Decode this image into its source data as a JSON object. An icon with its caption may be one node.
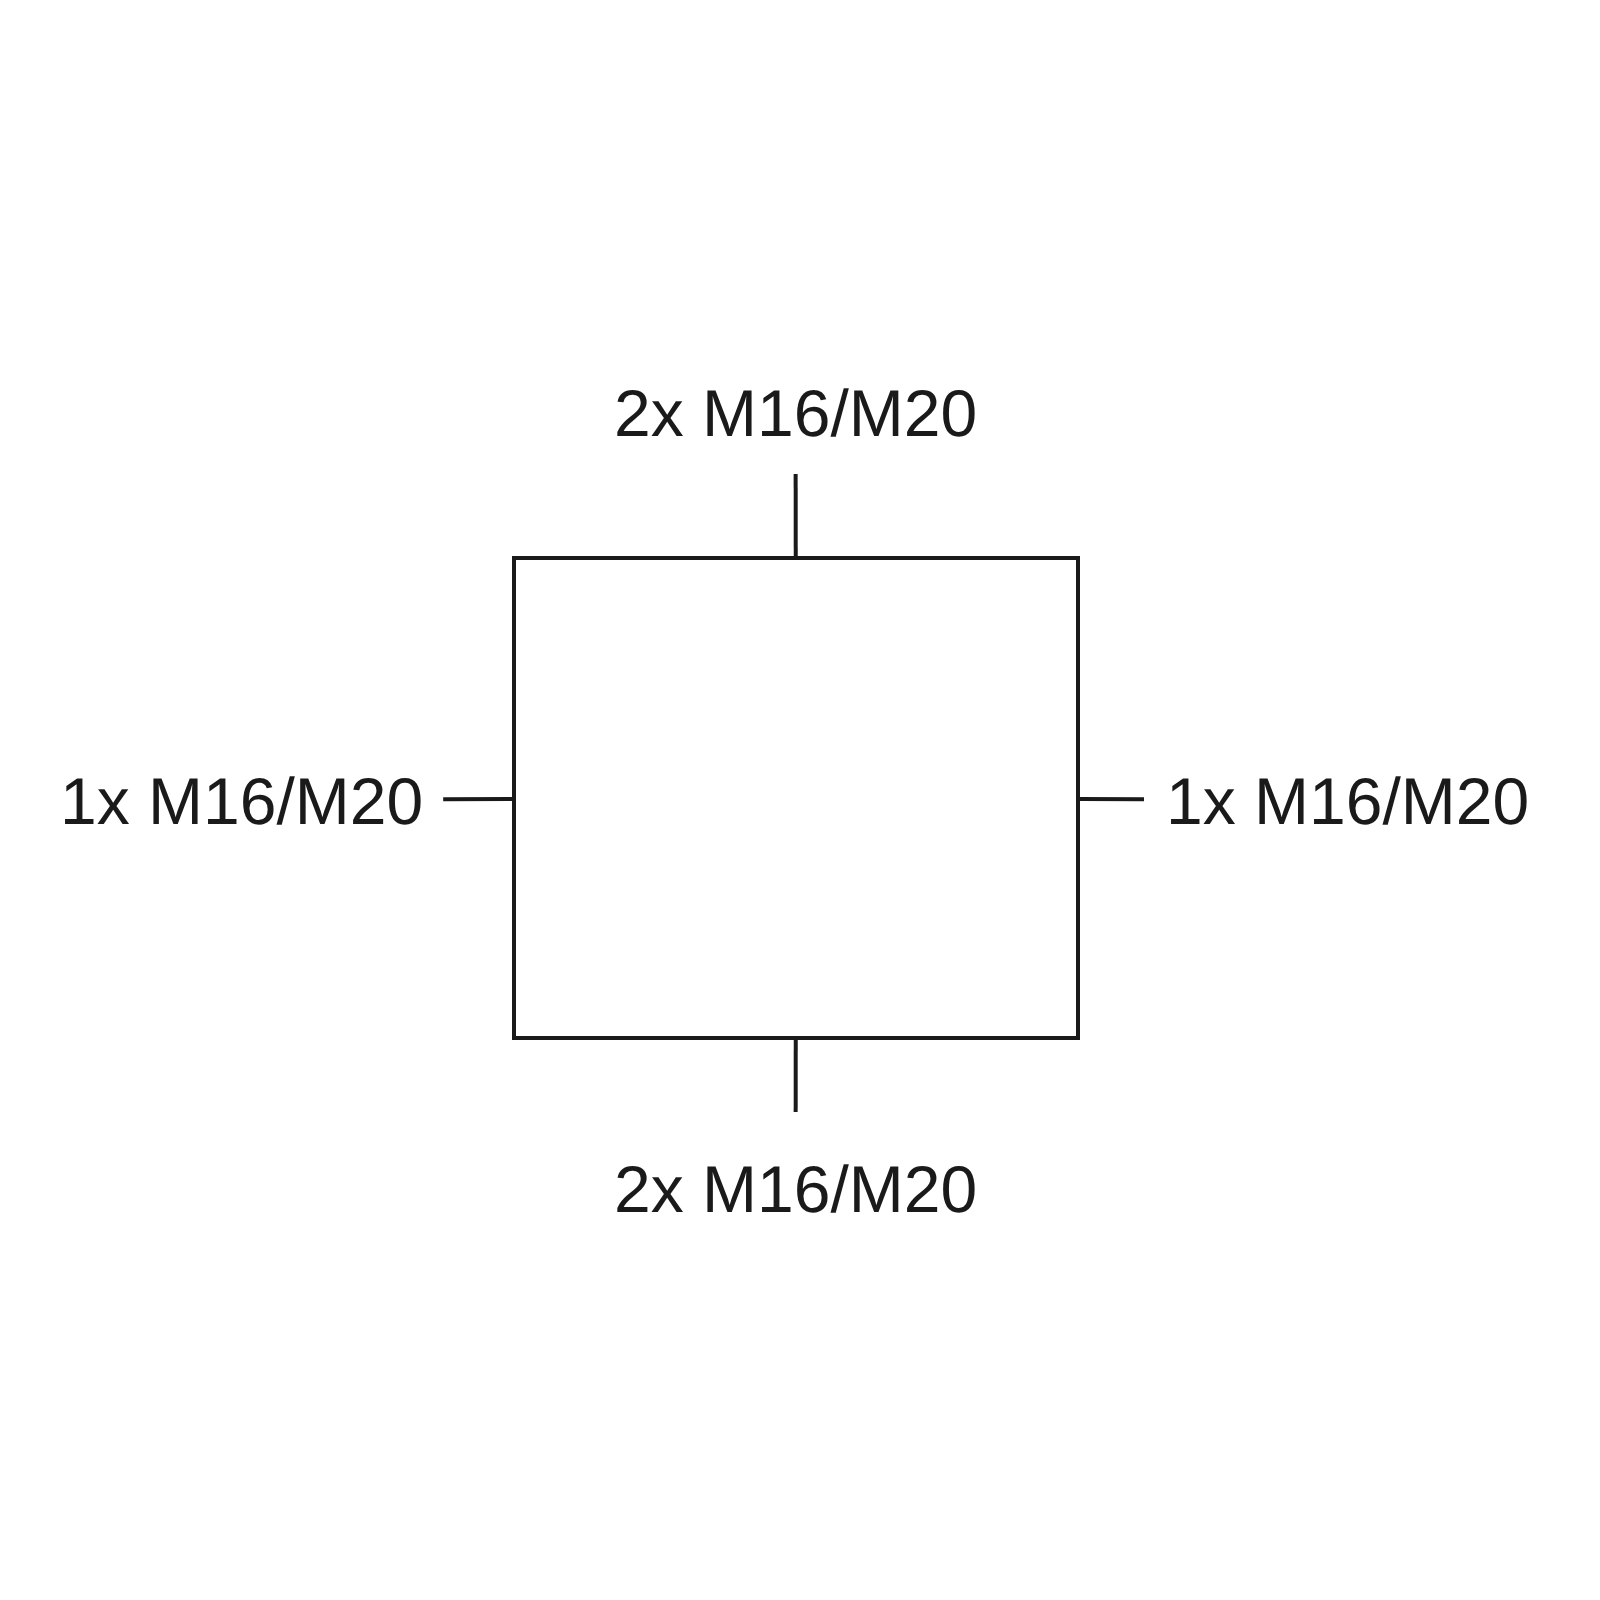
{
  "diagram": {
    "nodes": [
      {
        "text": [
          "2x M16/M20"
        ]
      },
      {
        "text": [
          "1x M16/M20"
        ]
      },
      {
        "text": [],
        "shape": "box"
      },
      {
        "text": [
          "1x M16/M20"
        ]
      },
      {
        "text": [
          "2x M16/M20"
        ]
      }
    ],
    "edges": [
      {
        "from": 0,
        "to": 2,
        "arrow": "none"
      },
      {
        "from": 1,
        "to": 2,
        "arrow": "none"
      },
      {
        "from": 3,
        "to": 2,
        "arrow": "none"
      },
      {
        "from": 4,
        "to": 2,
        "arrow": "none"
      }
    ]
  }
}
